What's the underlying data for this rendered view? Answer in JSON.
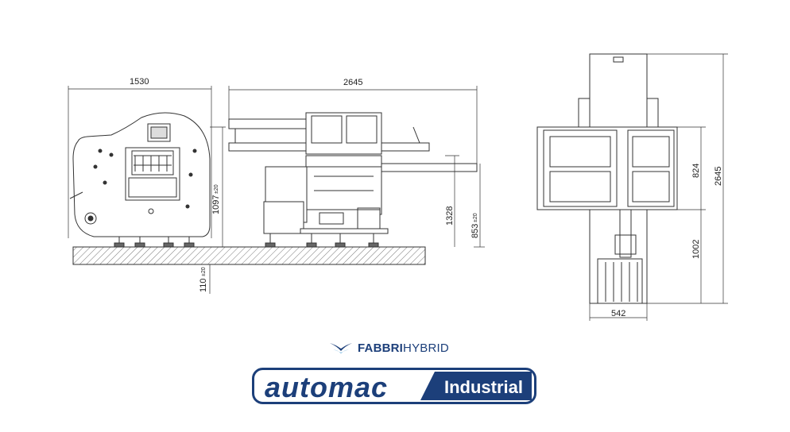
{
  "dimensions": {
    "side_width": "1530",
    "side_height": "1097",
    "side_height_tol": "±20",
    "ground_clearance": "110",
    "ground_clearance_tol": "±20",
    "front_width": "2645",
    "front_height": "1328",
    "work_height": "853",
    "work_height_tol": "±20",
    "top_length": "2645",
    "top_module": "824",
    "top_infeed": "1002",
    "top_width": "542"
  },
  "brand": {
    "fabbri_bold": "FABBRI",
    "fabbri_light": "HYBRID",
    "automac": "automac",
    "industrial": "Industrial"
  },
  "colors": {
    "line": "#333333",
    "brand_blue": "#1c3f7a",
    "ground_fill": "#d9d9d9"
  },
  "icons": [
    "fabbri-bird-logo",
    "automac-logo"
  ]
}
